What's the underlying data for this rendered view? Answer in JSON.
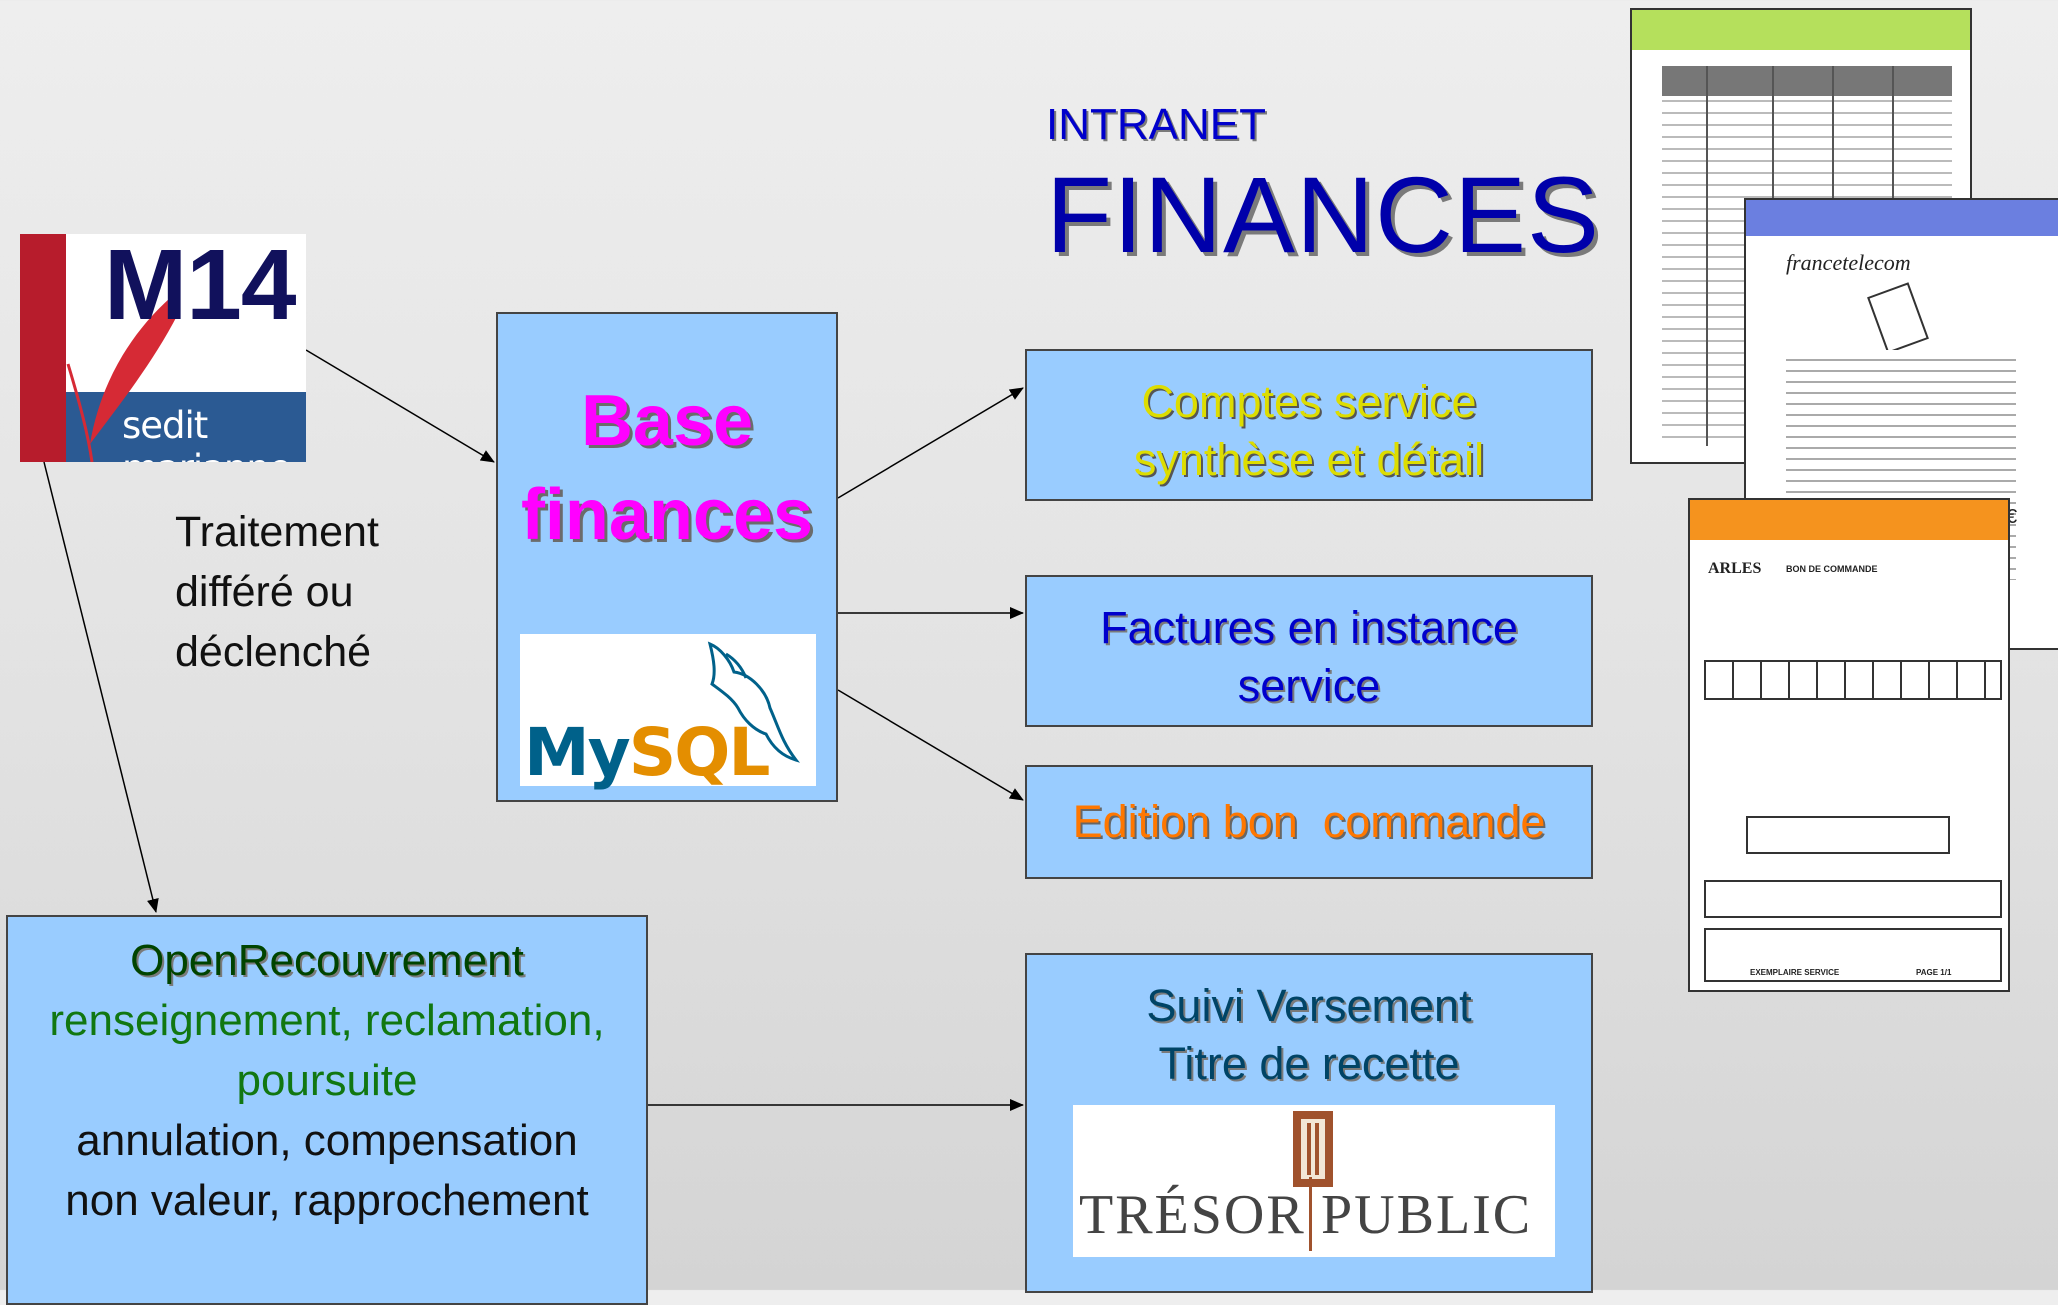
{
  "title": {
    "intranet": "INTRANET",
    "finances": "FINANCES"
  },
  "m14_logo": {
    "title": "M14",
    "subtitle": "sedit marianne"
  },
  "traitement": [
    "Traitement",
    "différé ou",
    "déclenché"
  ],
  "base": {
    "line1": "Base",
    "line2": "finances",
    "logo_text": "MySQL"
  },
  "outputs": {
    "comptes": [
      "Comptes service",
      "synthèse et détail"
    ],
    "factures": [
      "Factures en instance",
      "service"
    ],
    "edition": "Edition bon  commande",
    "suivi": [
      "Suivi Versement",
      "Titre de recette"
    ],
    "tresor_left": "TRÉSOR",
    "tresor_right": "PUBLIC"
  },
  "open_recouvrement": {
    "title": "OpenRecouvrement",
    "green_1": "renseignement, reclamation,",
    "green_2": "poursuite",
    "black_1": "annulation, compensation",
    "black_2": "non valeur, rapprochement"
  },
  "documents": {
    "bon_commande_title": "BON DE COMMANDE",
    "arles": "ARLES",
    "france_telecom": "francetelecom",
    "footer": "EXEMPLAIRE SERVICE",
    "page": "PAGE 1/1",
    "euro": "€"
  },
  "colors": {
    "box_fill": "#99ccff",
    "finances_blue": "#0000aa",
    "base_magenta": "#ff00ff",
    "comptes_yellow": "#dddd00",
    "edition_orange": "#ff7700",
    "open_green": "#117711",
    "doc1_header": "#b5e05c",
    "doc2_header": "#6b7fe0",
    "doc3_header": "#f5931e"
  }
}
